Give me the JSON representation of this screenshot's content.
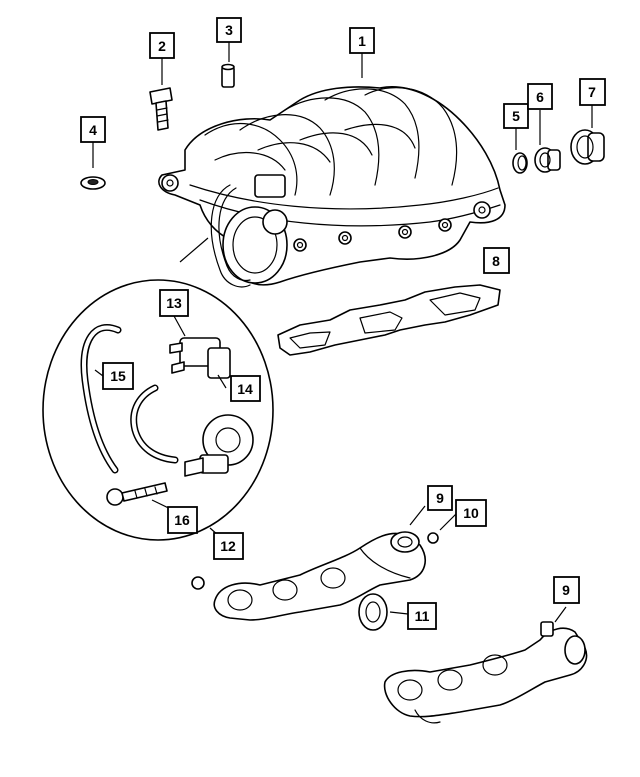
{
  "callouts": {
    "c1": "1",
    "c2": "2",
    "c3": "3",
    "c4": "4",
    "c5": "5",
    "c6": "6",
    "c7": "7",
    "c8": "8",
    "c9a": "9",
    "c9b": "9",
    "c10": "10",
    "c11": "11",
    "c12": "12",
    "c13": "13",
    "c14": "14",
    "c15": "15",
    "c16": "16"
  }
}
